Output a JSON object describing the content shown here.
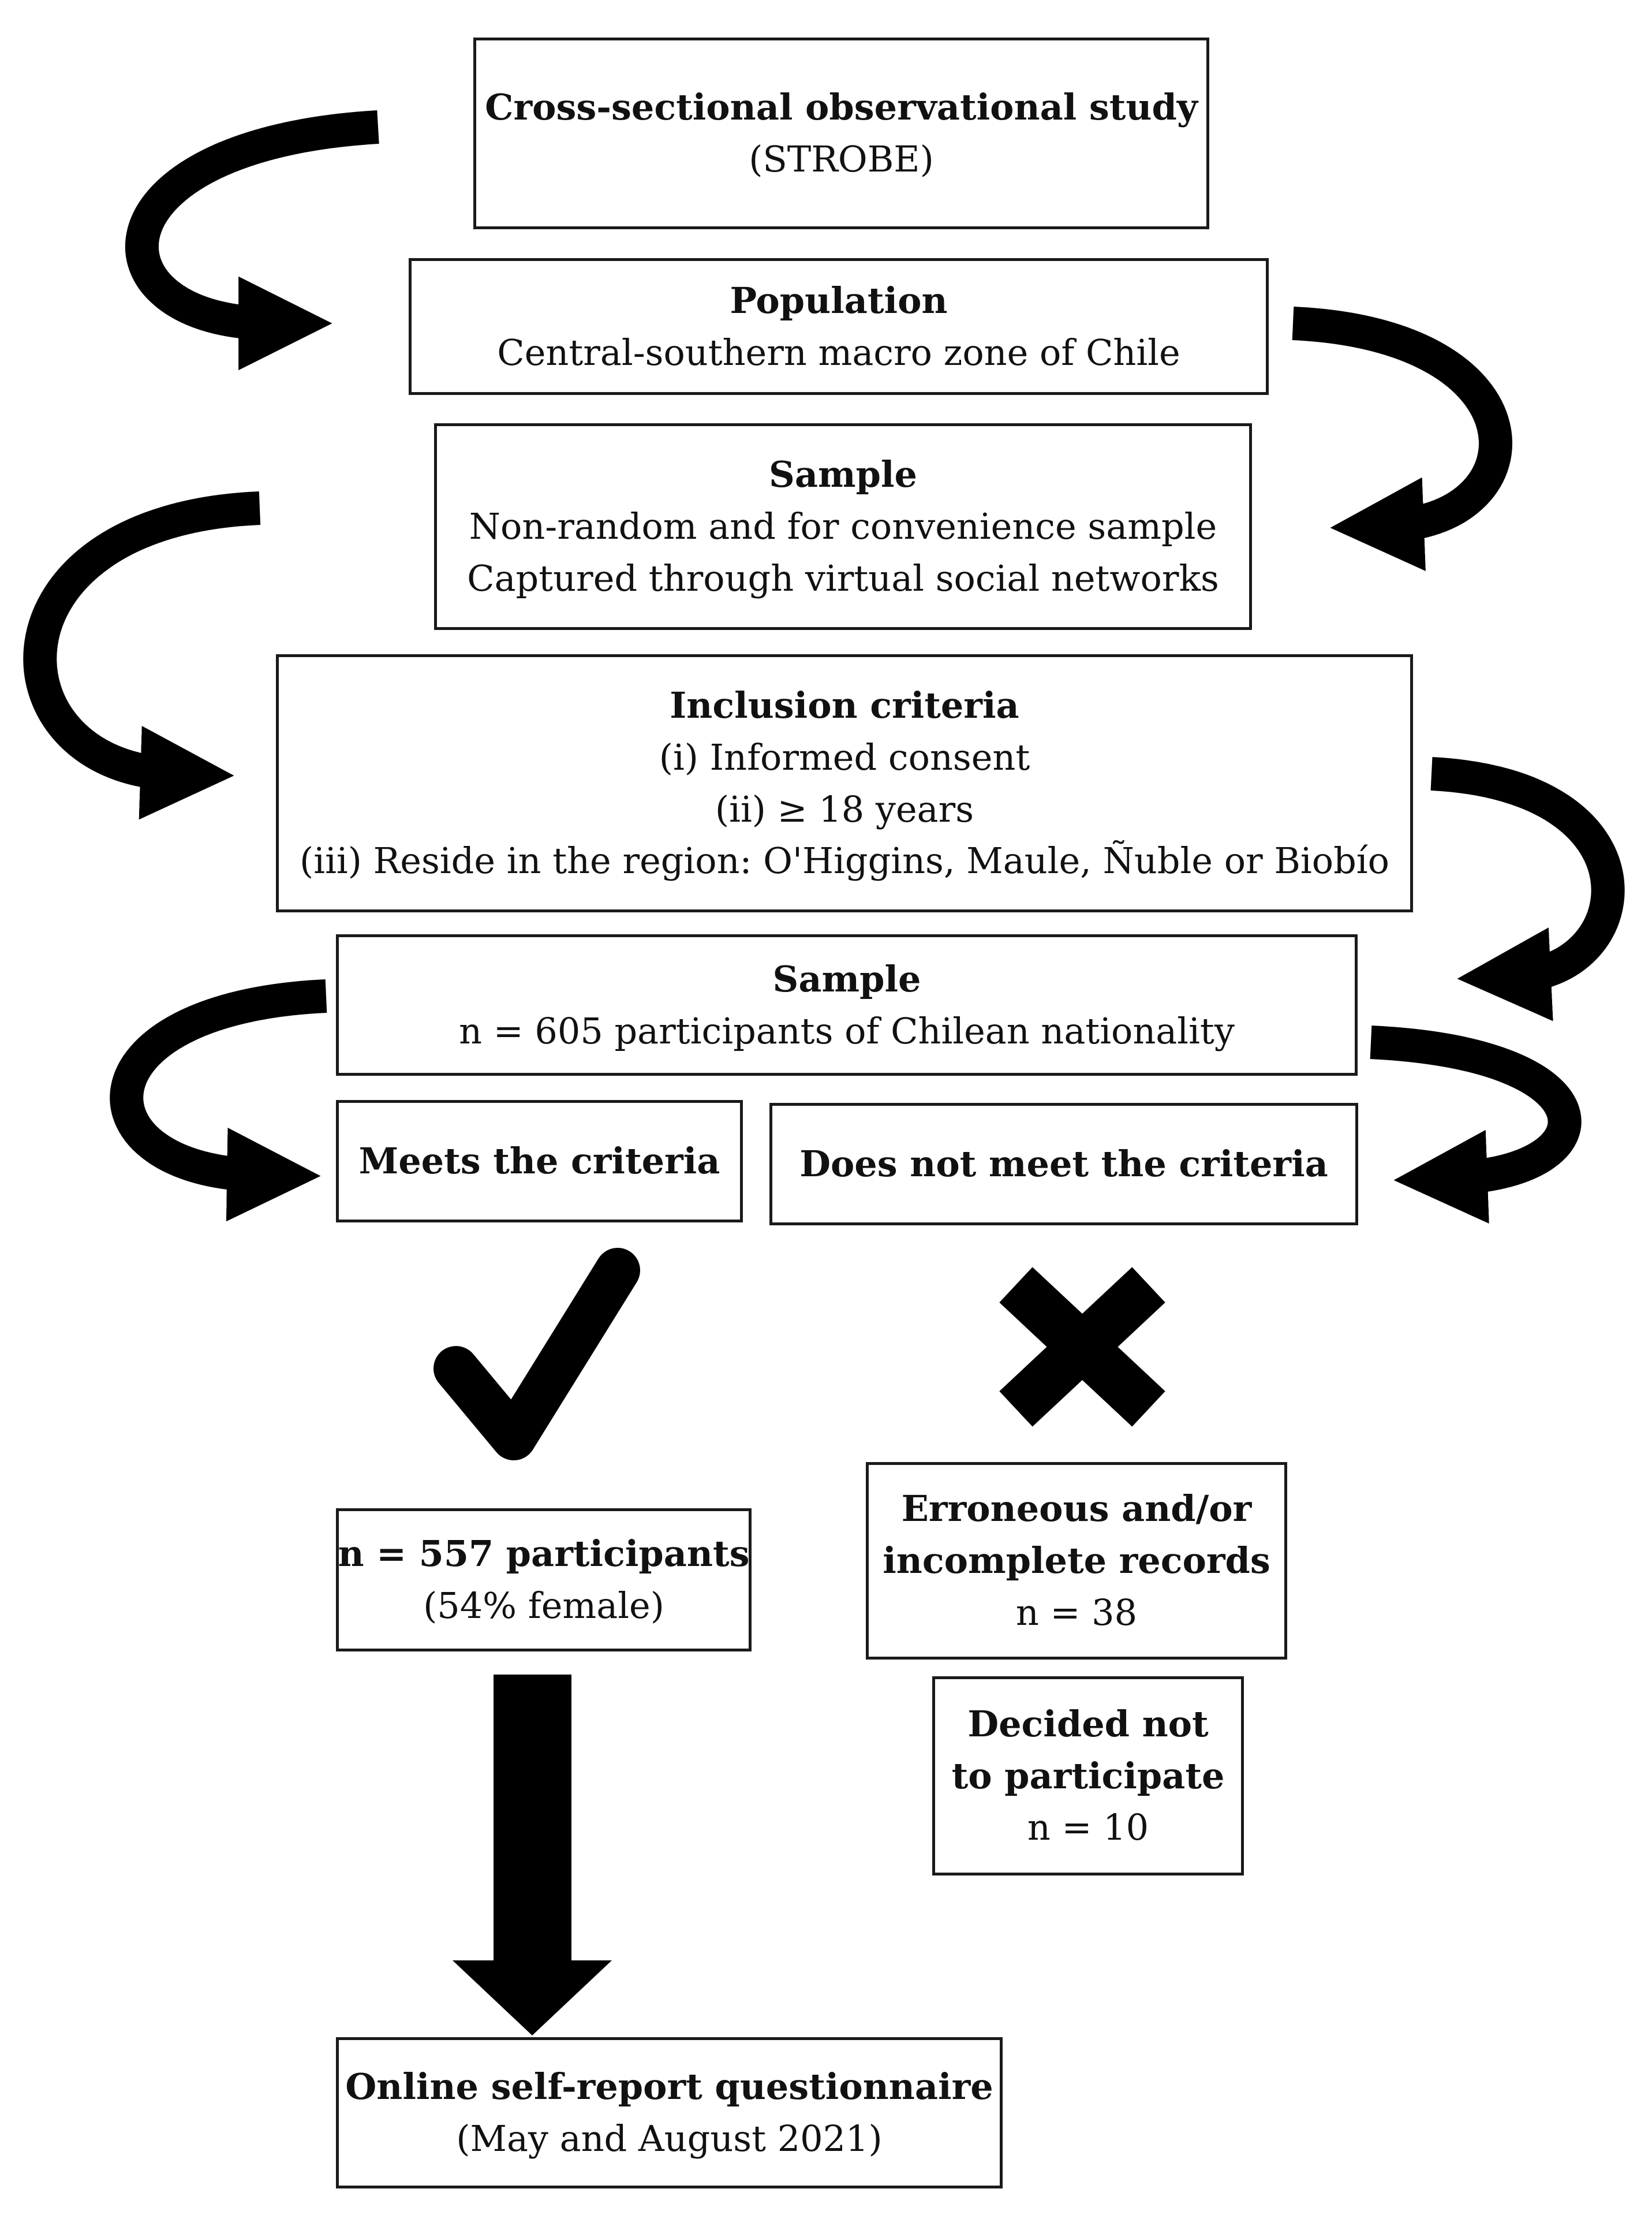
{
  "study": {
    "title": "Cross-sectional observational study",
    "subtitle": "(STROBE)"
  },
  "population": {
    "title": "Population",
    "detail": "Central-southern macro zone of Chile"
  },
  "sample_design": {
    "title": "Sample",
    "line1": "Non-random and for convenience sample",
    "line2": "Captured through virtual social networks"
  },
  "inclusion": {
    "title": "Inclusion criteria",
    "items": [
      "(i) Informed consent",
      "(ii) ≥ 18 years",
      "(iii) Reside in the region: O'Higgins, Maule, Ñuble or Biobío"
    ]
  },
  "sample_size": {
    "title": "Sample",
    "detail": "n = 605 participants of Chilean nationality"
  },
  "meets": {
    "label": "Meets the criteria"
  },
  "not_meets": {
    "label": "Does not meet the criteria"
  },
  "included": {
    "title": "n = 557 participants",
    "detail": "(54% female)"
  },
  "erroneous": {
    "line1": "Erroneous and/or",
    "line2": "incomplete records",
    "count": "n = 38"
  },
  "declined": {
    "line1": "Decided not",
    "line2": "to participate",
    "count": "n = 10"
  },
  "questionnaire": {
    "title": "Online self-report questionnaire",
    "detail": "(May and August 2021)"
  },
  "icons": {
    "check": "checkmark-icon",
    "cross": "cross-icon",
    "arrow": "curved-arrow-icon"
  }
}
